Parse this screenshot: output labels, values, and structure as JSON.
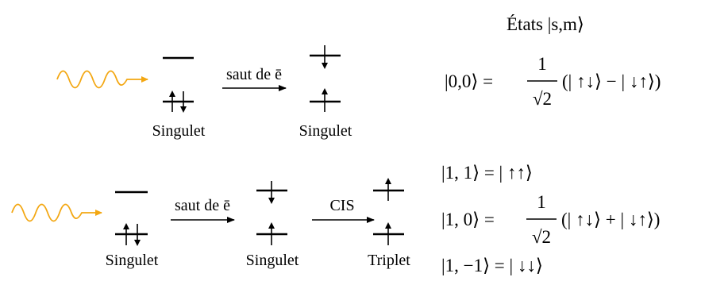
{
  "title": "États |s,m⟩",
  "row1": {
    "label_start": "Singulet",
    "transition": "saut de ē",
    "label_end": "Singulet",
    "state_lhs": "|0,0⟩ = ",
    "frac_num": "1",
    "frac_den": "√2",
    "state_rhs": "(| ↑↓⟩ − | ↓↑⟩)"
  },
  "row2": {
    "label_start": "Singulet",
    "transition": "saut de ē",
    "label_mid": "Singulet",
    "transition2": "CIS",
    "label_end": "Triplet",
    "state_11": "|1, 1⟩ = | ↑↑⟩",
    "state_10_lhs": "|1, 0⟩ = ",
    "state_10_num": "1",
    "state_10_den": "√2",
    "state_10_rhs": "(| ↑↓⟩ + | ↓↑⟩)",
    "state_1m1": "|1, −1⟩ = | ↓↓⟩"
  },
  "colors": {
    "photon": "#f3a712",
    "ink": "#000000"
  }
}
